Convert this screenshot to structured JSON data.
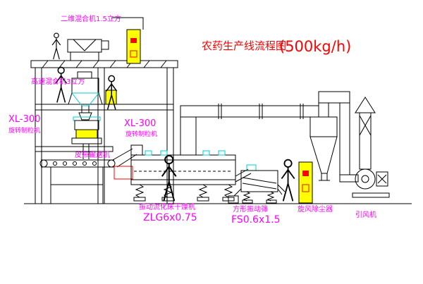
{
  "title": {
    "main": "农药生产线流程图",
    "capacity": "(500kg/h)"
  },
  "labels": {
    "top_mixer": "二维混合机1.5立方",
    "high_speed_mixer": "高速混合机3立方",
    "xl300_left": "XL-300",
    "granulator_left": "旋转制粒机",
    "xl300_mid": "XL-300",
    "granulator_mid": "旋转制粒机",
    "belt_conveyor": "皮带输送机",
    "dryer_name": "振动流化床干燥机",
    "dryer_model": "ZLG6x0.75",
    "screen_name": "方形振动筛",
    "screen_model": "FS0.6x1.5",
    "cyclone": "旋风除尘器",
    "fan": "引风机"
  },
  "colors": {
    "line": "#000000",
    "label_magenta": "#FF00FF",
    "title_red": "#FF0000",
    "cabinet_yellow": "#FFFF00",
    "accent_cyan": "#00CCCC",
    "highlight_red": "#FF0000"
  }
}
